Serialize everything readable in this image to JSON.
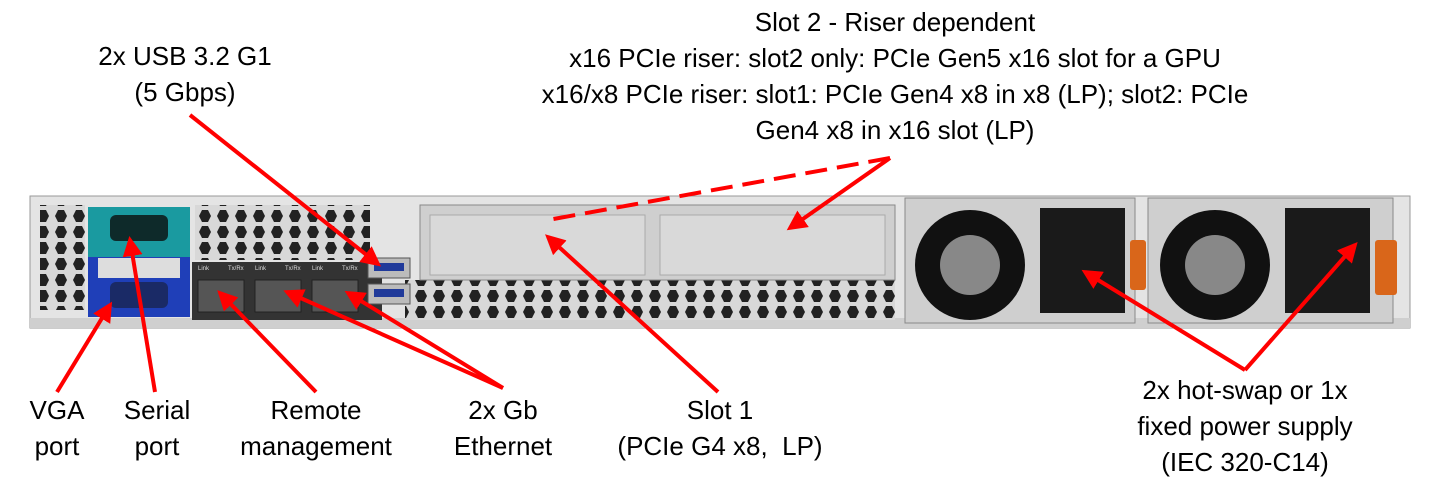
{
  "slot2": {
    "title": "Slot 2 - Riser dependent",
    "line1": "x16 PCIe riser: slot2 only: PCIe Gen5 x16 slot for a GPU",
    "line2": "x16/x8 PCIe riser: slot1: PCIe Gen4 x8 in x8 (LP); slot2: PCIe",
    "line3": "Gen4 x8 in x16 slot (LP)"
  },
  "usb": {
    "line1": "2x USB 3.2 G1",
    "line2": "(5 Gbps)"
  },
  "vga": {
    "line1": "VGA",
    "line2": "port"
  },
  "serial": {
    "line1": "Serial",
    "line2": "port"
  },
  "remote": {
    "line1": "Remote",
    "line2": "management"
  },
  "ethernet": {
    "line1": "2x Gb",
    "line2": "Ethernet"
  },
  "slot1": {
    "line1": "Slot 1",
    "line2": "(PCIe G4 x8,  LP)"
  },
  "psu": {
    "line1": "2x hot-swap or 1x",
    "line2": "fixed power supply",
    "line3": "(IEC 320-C14)"
  },
  "port_labels": {
    "link": "Link",
    "txrx": "Tx/Rx"
  },
  "colors": {
    "arrow": "#ff0000",
    "serial_panel": "#1a9aa0",
    "vga_panel": "#1f3fb8",
    "psu_tab": "#d9661a"
  }
}
